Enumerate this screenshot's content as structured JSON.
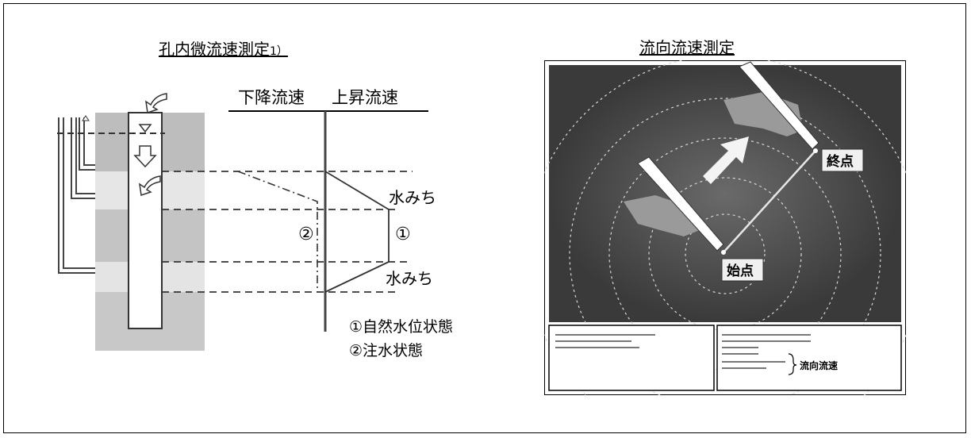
{
  "left_panel": {
    "title": "孔内微流速測定",
    "title_note": "1）",
    "header_down": "下降流速",
    "header_up": "上昇流速",
    "label_water_path_1": "水みち",
    "label_water_path_2": "水みち",
    "marker_1": "①",
    "marker_2": "②",
    "legend_1": "①自然水位状態",
    "legend_2": "②注水状態"
  },
  "right_panel": {
    "title": "流向流速測定",
    "label_end": "終点",
    "label_start": "始点",
    "info_label": "流向流速"
  },
  "colors": {
    "stratum_gray": "#c8c8c8",
    "photo_bg": "#3c3c3c",
    "ring": "#d8d8d8",
    "vector": "#e0e0e0"
  }
}
